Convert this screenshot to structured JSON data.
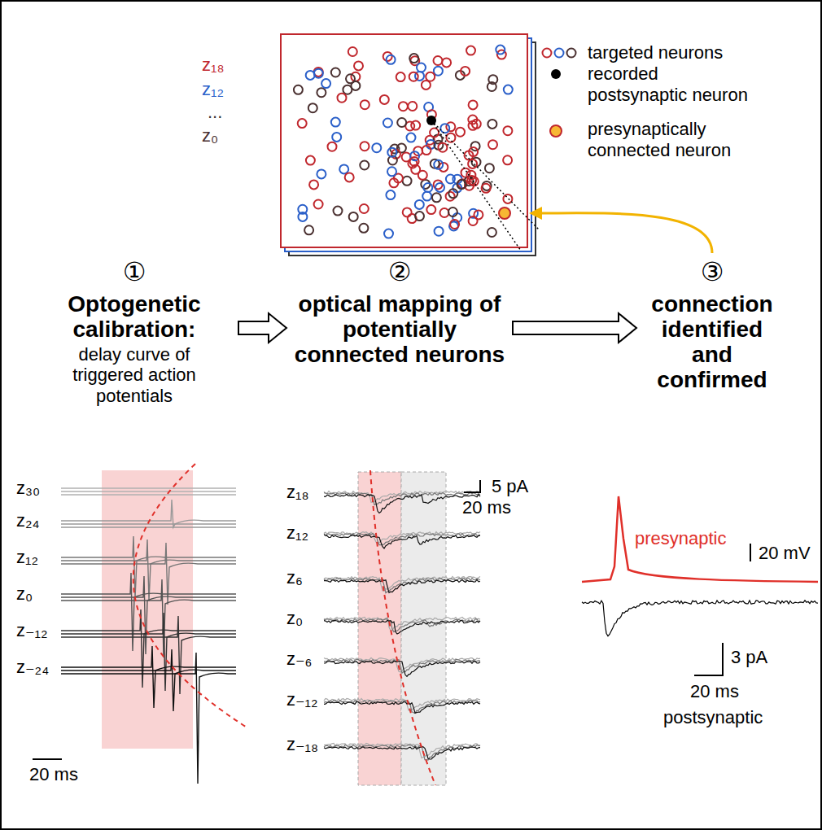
{
  "diagram": {
    "nodes": [
      {
        "text": [
          "z₁₈",
          "z₁₂",
          "...",
          "z₀"
        ]
      },
      {
        "text": [
          "①",
          "Optogenetic calibration:",
          "delay curve of triggered action potentials"
        ]
      },
      {
        "text": [
          "②",
          "optical mapping of potentially connected neurons"
        ]
      },
      {
        "text": [
          "③",
          "connection identified and confirmed"
        ]
      }
    ],
    "edges": [
      {
        "from": 1,
        "to": 2,
        "arrow": "to"
      },
      {
        "from": 2,
        "to": 3,
        "arrow": "to"
      },
      {
        "from": 3,
        "to": 0,
        "arrow": "to"
      }
    ],
    "labels": [
      "z₃₀",
      "z₂₄",
      "z₁₂",
      "z₀",
      "z₋₁₂",
      "z₋₂₄",
      "20 ms",
      "z₁₈",
      "z₁₂",
      "z₆",
      "z₀",
      "z₋₆",
      "z₋₁₂",
      "z₋₁₈",
      "5 pA",
      "20 ms",
      "presynaptic",
      "20 mV",
      "3 pA",
      "20 ms",
      "postsynaptic"
    ],
    "legend": [
      {
        "text": "targeted neurons"
      },
      {
        "text": "recorded postsynaptic neuron",
        "color": "#000000"
      },
      {
        "text": "presynaptically connected neuron",
        "color": "#f7b733"
      }
    ]
  }
}
